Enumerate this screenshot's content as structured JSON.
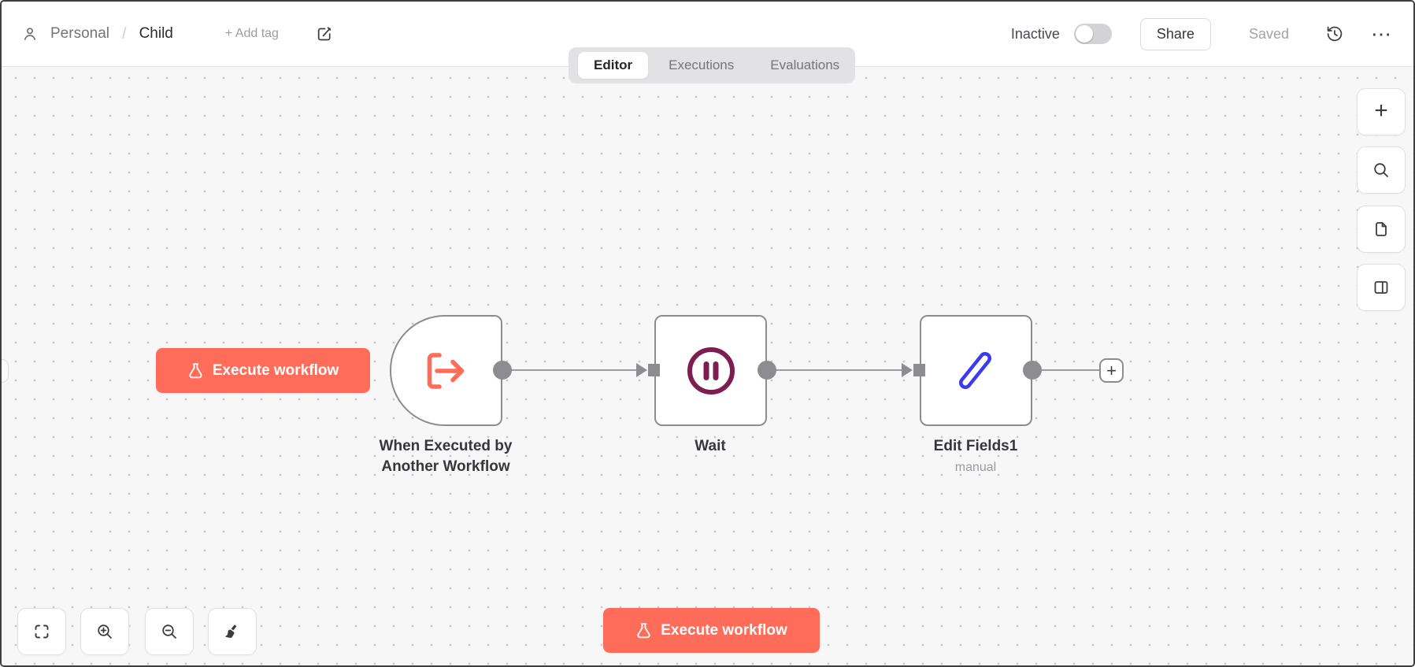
{
  "header": {
    "breadcrumb": {
      "project": "Personal",
      "separator": "/",
      "workflow": "Child"
    },
    "add_tag_label": "+ Add tag",
    "status_label": "Inactive",
    "status_active": false,
    "share_label": "Share",
    "saved_label": "Saved"
  },
  "tabs": [
    {
      "label": "Editor",
      "active": true
    },
    {
      "label": "Executions",
      "active": false
    },
    {
      "label": "Evaluations",
      "active": false
    }
  ],
  "canvas": {
    "execute_button_label": "Execute workflow",
    "nodes": [
      {
        "name": "When Executed by Another Workflow",
        "type": "execute-workflow-trigger",
        "icon": "arrow-exit-icon"
      },
      {
        "name": "Wait",
        "type": "wait",
        "icon": "pause-circle-icon"
      },
      {
        "name": "Edit Fields1",
        "subtitle": "manual",
        "type": "set",
        "icon": "pen-icon"
      }
    ]
  },
  "icons": {
    "more_glyph": "⋯",
    "plus_glyph": "+"
  },
  "colors": {
    "accent": "#ff6d5a",
    "trigger_icon": "#ff6d5a",
    "wait_icon": "#7d1e4e",
    "pen_icon": "#3a3af2",
    "node_border": "#8c8c91",
    "connection": "#9a9a9e",
    "canvas_bg": "#f7f7f8",
    "tabbar_bg": "#e2e2e4"
  }
}
